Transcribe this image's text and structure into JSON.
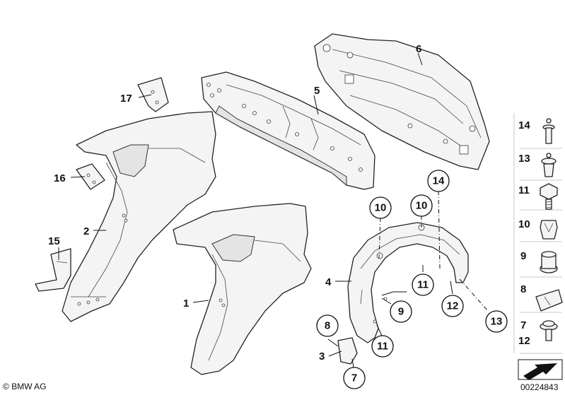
{
  "callouts": {
    "c1": "1",
    "c2": "2",
    "c3": "3",
    "c4": "4",
    "c5": "5",
    "c6": "6",
    "c7": "7",
    "c8": "8",
    "c9": "9",
    "c10a": "10",
    "c10b": "10",
    "c11a": "11",
    "c11b": "11",
    "c12": "12",
    "c13": "13",
    "c14": "14",
    "c15": "15",
    "c16": "16",
    "c17": "17"
  },
  "side_panel": {
    "items": [
      "14",
      "13",
      "11",
      "10",
      "9",
      "8",
      "7",
      "12"
    ]
  },
  "footer": {
    "brand": "BMW AG",
    "copyright_symbol": "©",
    "diagram_number": "00224843"
  }
}
